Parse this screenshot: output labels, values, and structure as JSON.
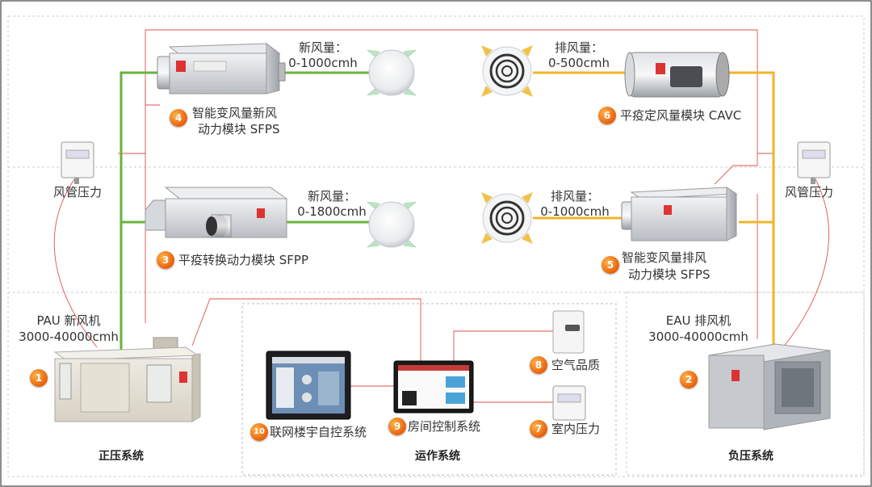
{
  "sections": {
    "positive": "正压系统",
    "operation": "运作系统",
    "negative": "负压系统"
  },
  "devices": {
    "pau": {
      "badge": "1",
      "name": "PAU 新风机",
      "flow": "3000-40000cmh"
    },
    "eau": {
      "badge": "2",
      "name": "EAU 排风机",
      "flow": "3000-40000cmh"
    },
    "sfpp": {
      "badge": "3",
      "name": "平疫转换动力模块 SFPP"
    },
    "sfps_fresh": {
      "badge": "4",
      "line1": "智能变风量新风",
      "line2": "动力模块 SFPS"
    },
    "sfps_exhaust": {
      "badge": "5",
      "line1": "智能变风量排风",
      "line2": "动力模块 SFPS"
    },
    "cavc": {
      "badge": "6",
      "name": "平疫定风量模块 CAVC"
    },
    "indoor_pressure": {
      "badge": "7",
      "name": "室内压力"
    },
    "air_quality": {
      "badge": "8",
      "name": "空气品质"
    },
    "room_control": {
      "badge": "9",
      "name": "房间控制系统"
    },
    "bas": {
      "badge": "10",
      "name": "联网楼宇自控系统"
    }
  },
  "duct_pressure_left": "风管压力",
  "duct_pressure_right": "风管压力",
  "airflows": {
    "fresh_top": {
      "label": "新风量：",
      "range": "0-1000cmh"
    },
    "exhaust_top": {
      "label": "排风量：",
      "range": "0-500cmh"
    },
    "fresh_mid": {
      "label": "新风量：",
      "range": "0-1800cmh"
    },
    "exhaust_mid": {
      "label": "排风量：",
      "range": "0-1000cmh"
    }
  },
  "colors": {
    "fresh_duct": "#6ab23e",
    "exhaust_duct": "#f0b429",
    "control_wire": "#e05050",
    "badge": "#ef6c1a"
  }
}
